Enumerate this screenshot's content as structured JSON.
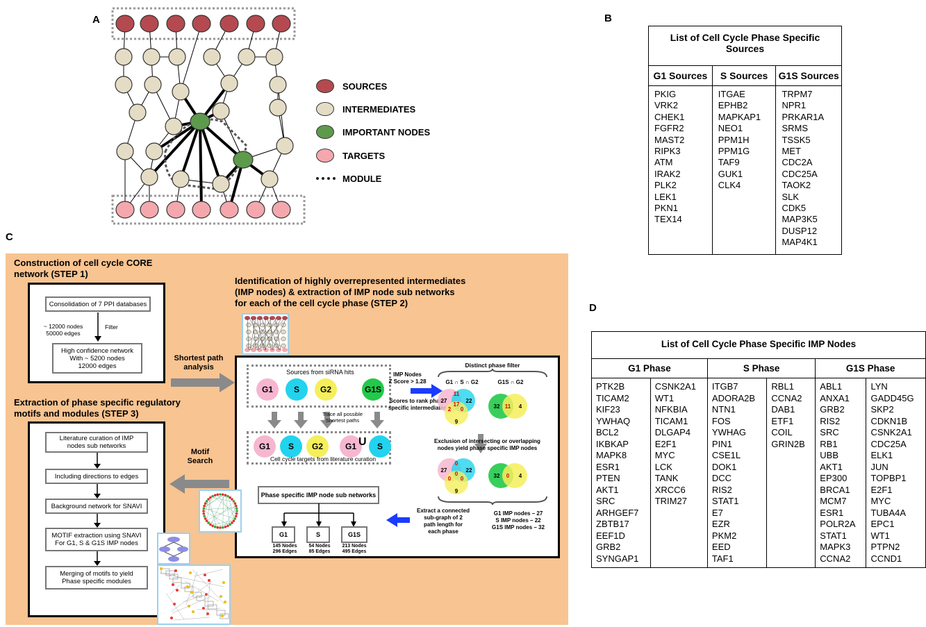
{
  "panel_labels": {
    "a": "A",
    "b": "B",
    "c": "C",
    "d": "D"
  },
  "legend": [
    {
      "label": "SOURCES",
      "color": "#b44a4f"
    },
    {
      "label": "INTERMEDIATES",
      "color": "#e4dcc4"
    },
    {
      "label": "IMPORTANT NODES",
      "color": "#5e9a4c"
    },
    {
      "label": "TARGETS",
      "color": "#f4a8ae"
    },
    {
      "label": "MODULE",
      "color": "#222222"
    }
  ],
  "table_b": {
    "title": "List of Cell Cycle Phase Specific Sources",
    "headers": [
      "G1 Sources",
      "S Sources",
      "G1S Sources"
    ],
    "columns": [
      [
        "PKIG",
        "VRK2",
        "CHEK1",
        "FGFR2",
        "MAST2",
        "RIPK3",
        "ATM",
        "IRAK2",
        "PLK2",
        "LEK1",
        "PKN1",
        "TEX14"
      ],
      [
        "ITGAE",
        "EPHB2",
        "MAPKAP1",
        "NEO1",
        "PPM1H",
        "PPM1G",
        "TAF9",
        "GUK1",
        "CLK4"
      ],
      [
        "TRPM7",
        "NPR1",
        "PRKAR1A",
        "SRMS",
        "TSSK5",
        "MET",
        "CDC2A",
        "CDC25A",
        "TAOK2",
        "SLK",
        "CDK5",
        "MAP3K5",
        "DUSP12",
        "MAP4K1"
      ]
    ]
  },
  "table_d": {
    "title": "List of Cell Cycle Phase Specific IMP Nodes",
    "headers": [
      "G1 Phase",
      "S Phase",
      "G1S Phase"
    ],
    "columns": [
      [
        "PTK2B",
        "TICAM2",
        "KIF23",
        "YWHAQ",
        "BCL2",
        "IKBKAP",
        "MAPK8",
        "ESR1",
        "PTEN",
        "AKT1",
        "SRC",
        "ARHGEF7",
        "ZBTB17",
        "EEF1D",
        "GRB2",
        "SYNGAP1"
      ],
      [
        "CSNK2A1",
        "WT1",
        "NFKBIA",
        "TICAM1",
        "DLGAP4",
        "E2F1",
        "MYC",
        "LCK",
        "TANK",
        "XRCC6",
        "TRIM27"
      ],
      [
        "ITGB7",
        "ADORA2B",
        "NTN1",
        "FOS",
        "YWHAG",
        "PIN1",
        "CSE1L",
        "DOK1",
        "DCC",
        "RIS2",
        "STAT1",
        "E7",
        "EZR",
        "PKM2",
        "EED",
        "TAF1"
      ],
      [
        "RBL1",
        "CCNA2",
        "DAB1",
        "ETF1",
        "COIL",
        "GRIN2B"
      ],
      [
        "ABL1",
        "ANXA1",
        "GRB2",
        "RIS2",
        "SRC",
        "RB1",
        "UBB",
        "AKT1",
        "EP300",
        "BRCA1",
        "MCM7",
        "ESR1",
        "POLR2A",
        "STAT1",
        "MAPK3",
        "CCNA2"
      ],
      [
        "LYN",
        "GADD45G",
        "SKP2",
        "CDKN1B",
        "CSNK2A1",
        "CDC25A",
        "ELK1",
        "JUN",
        "TOPBP1",
        "E2F1",
        "MYC",
        "TUBA4A",
        "EPC1",
        "WT1",
        "PTPN2",
        "CCND1"
      ]
    ]
  },
  "panel_c": {
    "step1_title": "Construction of cell cycle CORE network (STEP 1)",
    "step1_box1": "Consolidation of 7 PPI databases",
    "step1_nodes": "~ 12000 nodes\n50000 edges",
    "step1_filter": "Filter",
    "step1_box2": "High confidence network\nWith ~ 5200 nodes\n12000 edges",
    "shortest_path": "Shortest path\nanalysis",
    "step2_title": "Identification of highly overrepresented intermediates\n(IMP nodes) & extraction of IMP node sub networks\nfor each of the cell cycle phase (STEP 2)",
    "sources_label": "Sources from siRNA hits",
    "source_circles": [
      "G1",
      "S",
      "G2",
      "G1S"
    ],
    "trace_label": "Trace all possible\nShortest paths",
    "target_circles": [
      "G1",
      "S",
      "G2",
      "G1",
      "S"
    ],
    "union_symbol": "U",
    "targets_label": "Cell cycle targets from literature curation",
    "imp_nodes_label": "IMP Nodes\nZ Score > 1.28",
    "scores_label": "Scores to rank phase\nspecific intermediates",
    "distinct_filter": "Distinct phase filter",
    "venn1_title": "G1 ∩ S ∩ G2",
    "venn1_numbers": [
      "27",
      "11",
      "22",
      "2",
      "17",
      "0",
      "9"
    ],
    "venn2_title": "G1S ∩ G2",
    "venn2_numbers": [
      "32",
      "11",
      "4"
    ],
    "exclusion_label": "Exclusion of intersecting or overlapping\nnodes yield phase specific IMP nodes",
    "venn3_numbers": [
      "27",
      "0",
      "22",
      "0",
      "0",
      "0",
      "9"
    ],
    "venn4_numbers": [
      "32",
      "0",
      "4"
    ],
    "extract_label": "Extract a connected\nsub-graph of 2\npath length for\neach phase",
    "imp_counts": "G1 IMP nodes – 27\nS IMP nodes – 22\nG1S IMP nodes – 32",
    "subnet_title": "Phase specific IMP node sub networks",
    "subnets": [
      {
        "name": "G1",
        "stats": "145 Nodes\n296 Edges"
      },
      {
        "name": "S",
        "stats": "54 Nodes\n85 Edges"
      },
      {
        "name": "G1S",
        "stats": "213 Nodes\n495 Edges"
      }
    ],
    "step3_title": "Extraction of phase specific regulatory\nmotifs and modules (STEP 3)",
    "motif_search": "Motif\nSearch",
    "step3_boxes": [
      "Literature curation of IMP\nnodes sub networks",
      "Including directions to edges",
      "Background network for SNAVI",
      "MOTIF extraction using SNAVI\nFor G1, S & G1S IMP nodes",
      "Merging of motifs to yield\nPhase specific modules"
    ],
    "colors": {
      "bg": "#f8c491",
      "g1": "#f7b6cf",
      "s": "#22d3ee",
      "g2": "#f4ef5a",
      "g1s": "#22c94a",
      "arrow_gray": "#8a8a8a",
      "arrow_blue": "#1a3cff"
    }
  }
}
